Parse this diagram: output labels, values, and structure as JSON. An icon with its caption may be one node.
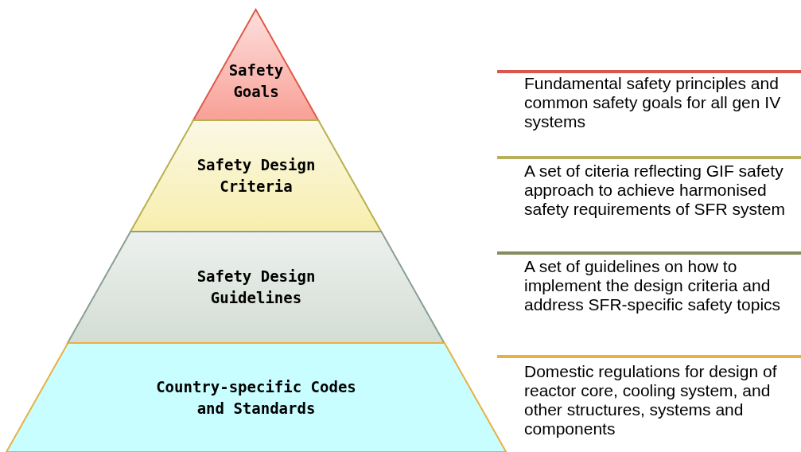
{
  "diagram": {
    "nodes": [
      {
        "text": [
          "Safety Goals"
        ]
      },
      {
        "text": [
          "Safety Design Criteria"
        ]
      },
      {
        "text": [
          "Safety Design Guidelines"
        ]
      },
      {
        "text": [
          "Country-specific Codes and Standards"
        ]
      }
    ],
    "labels": [
      "Fundamental safety principles and common safety goals for all gen IV systems",
      "A set of citeria reflecting GIF safety approach to achieve harmonised safety requirements of SFR system",
      "A set of guidelines on how to implement the design criteria and address SFR-specific safety topics",
      "Domestic regulations for design of reactor core, cooling system, and other structures, systems and components"
    ]
  }
}
